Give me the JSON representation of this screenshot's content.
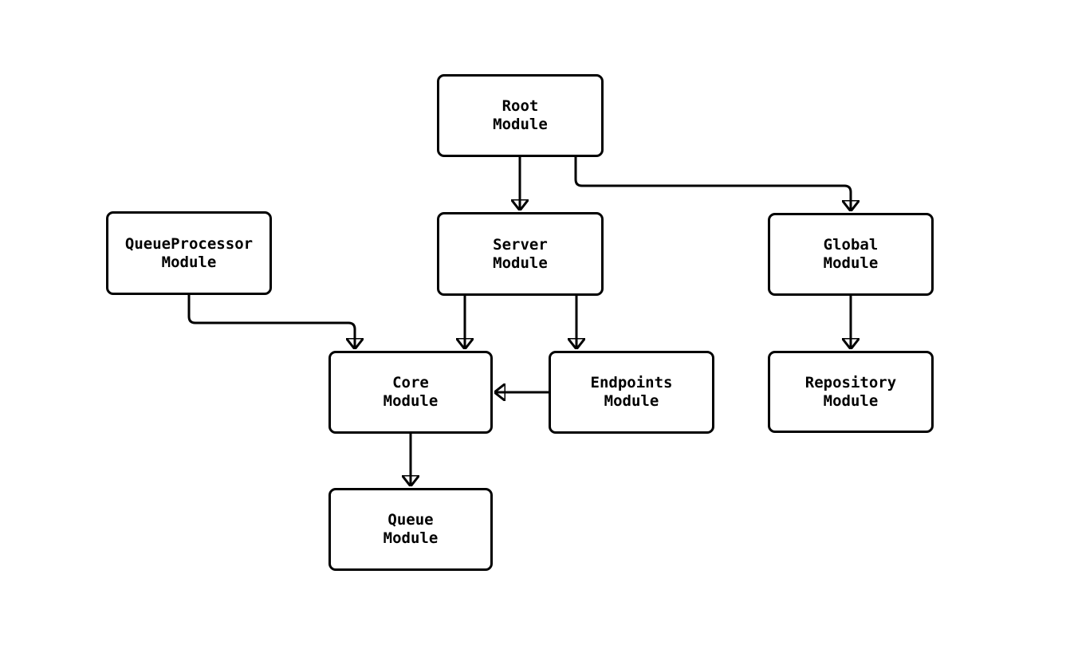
{
  "diagram": {
    "type": "flowchart",
    "background_color": "#ffffff",
    "node_fill_color": "#ffffff",
    "node_border_color": "#000000",
    "text_color": "#000000",
    "edge_color": "#000000",
    "nodes": [
      {
        "id": "root",
        "label": "Root\nModule"
      },
      {
        "id": "server",
        "label": "Server\nModule"
      },
      {
        "id": "queueprocessor",
        "label": "QueueProcessor\nModule"
      },
      {
        "id": "global",
        "label": "Global\nModule"
      },
      {
        "id": "core",
        "label": "Core\nModule"
      },
      {
        "id": "endpoints",
        "label": "Endpoints\nModule"
      },
      {
        "id": "repository",
        "label": "Repository\nModule"
      },
      {
        "id": "queue",
        "label": "Queue\nModule"
      }
    ],
    "edges": [
      {
        "from": "root",
        "to": "server"
      },
      {
        "from": "root",
        "to": "global"
      },
      {
        "from": "queueprocessor",
        "to": "core"
      },
      {
        "from": "server",
        "to": "core"
      },
      {
        "from": "server",
        "to": "endpoints"
      },
      {
        "from": "endpoints",
        "to": "core"
      },
      {
        "from": "global",
        "to": "repository"
      },
      {
        "from": "core",
        "to": "queue"
      }
    ]
  }
}
